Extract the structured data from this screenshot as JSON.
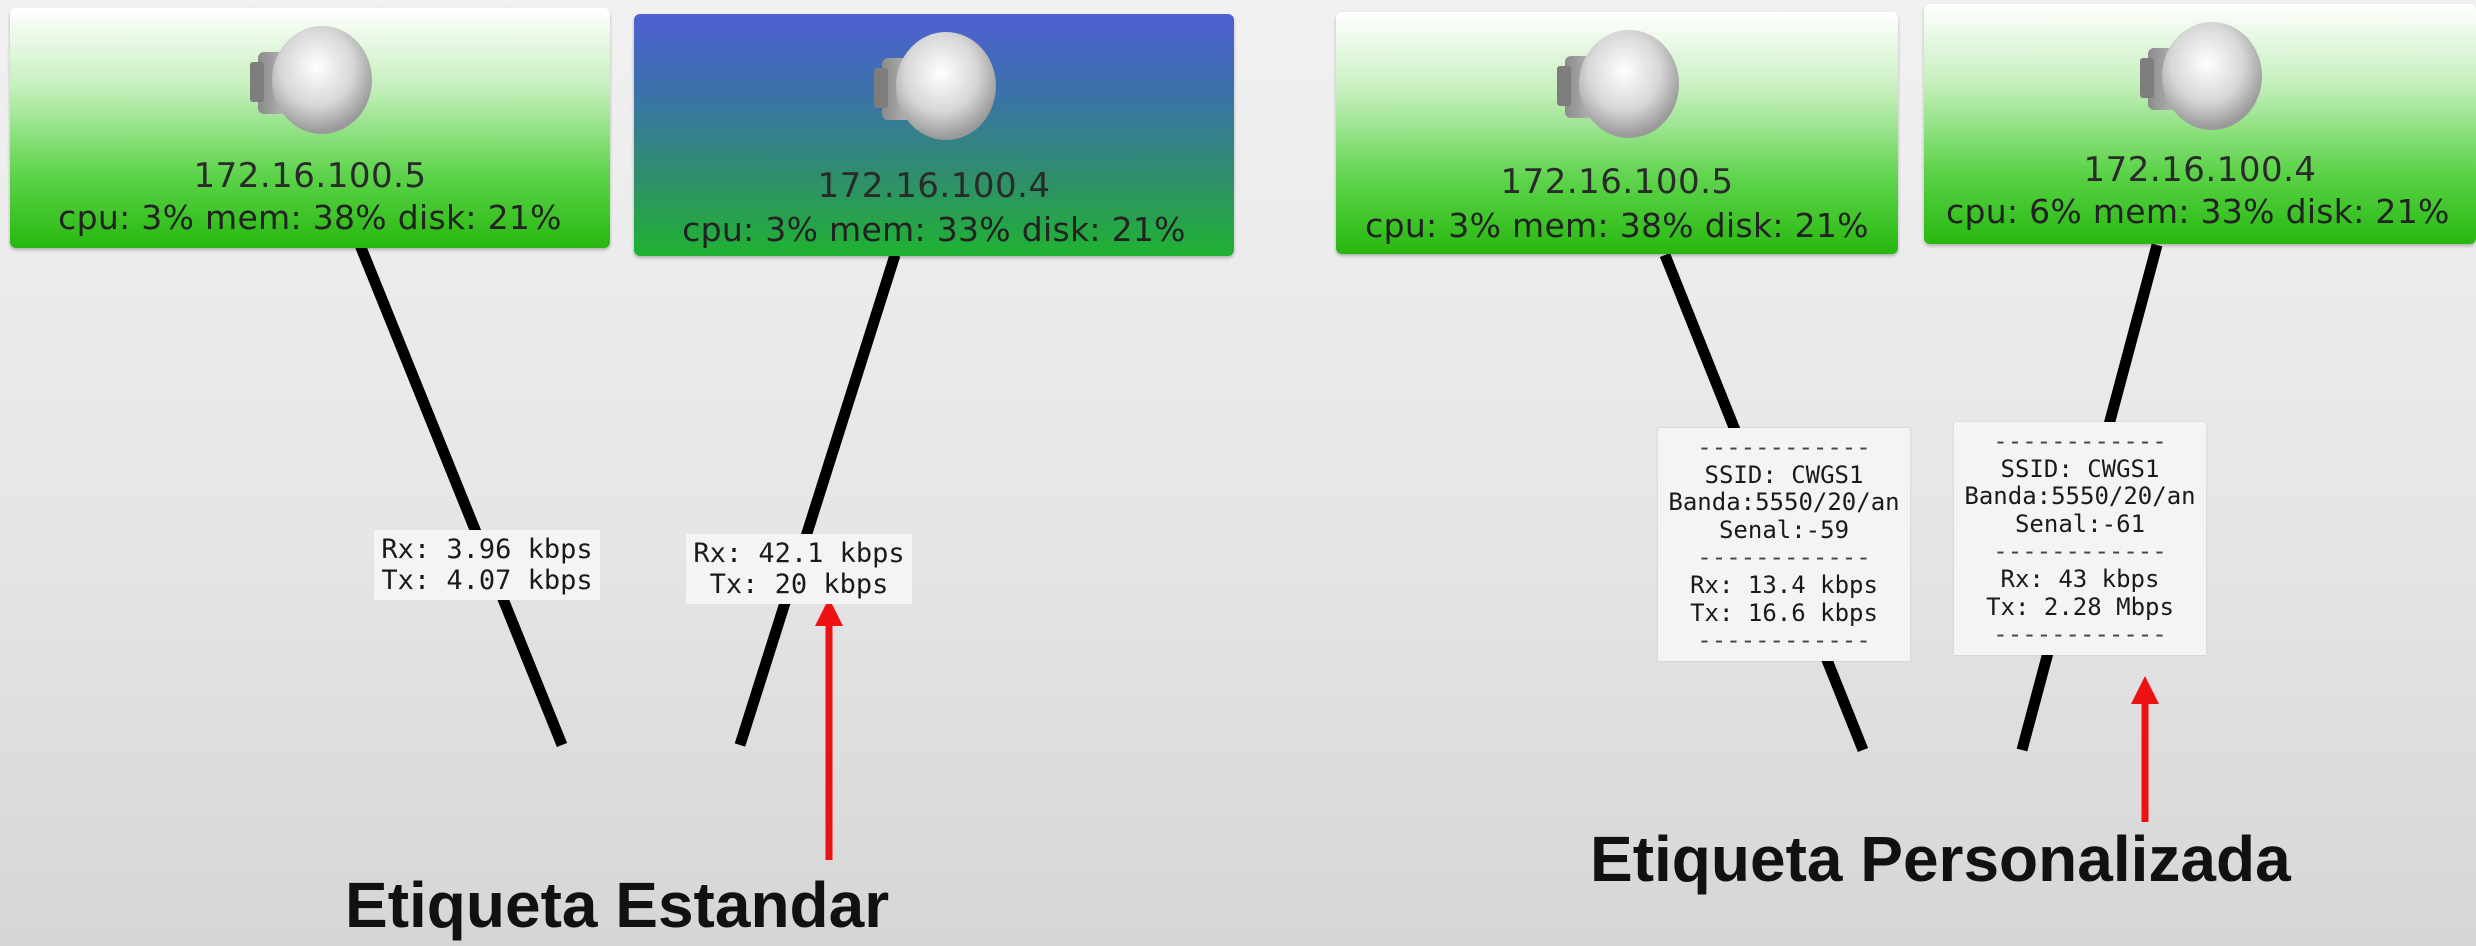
{
  "colors": {
    "link": "#000000",
    "arrow": "#ee1111",
    "node_green": "#27b80f"
  },
  "standard_view": {
    "node_a": {
      "ip": "172.16.100.5",
      "stats": "cpu: 3% mem: 38% disk: 21%",
      "icon": "radio-antenna-icon",
      "selected": false
    },
    "node_b": {
      "ip": "172.16.100.4",
      "stats": "cpu: 3% mem: 33% disk: 21%",
      "icon": "radio-antenna-icon",
      "selected": true
    },
    "label_a": {
      "rx": "Rx: 3.96 kbps",
      "tx": "Tx: 4.07 kbps"
    },
    "label_b": {
      "rx": "Rx: 42.1 kbps",
      "tx": "Tx: 20 kbps"
    },
    "caption": "Etiqueta Estandar"
  },
  "custom_view": {
    "node_a": {
      "ip": "172.16.100.5",
      "stats": "cpu: 3% mem: 38% disk: 21%",
      "icon": "radio-antenna-icon",
      "selected": false
    },
    "node_b": {
      "ip": "172.16.100.4",
      "stats": "cpu: 6% mem: 33% disk: 21%",
      "icon": "radio-antenna-icon",
      "selected": false
    },
    "label_a": {
      "sep": "------------",
      "ssid": "SSID: CWGS1",
      "banda": "Banda:5550/20/an",
      "senal": "Senal:-59",
      "rx": "Rx: 13.4 kbps",
      "tx": "Tx: 16.6 kbps"
    },
    "label_b": {
      "sep": "------------",
      "ssid": "SSID: CWGS1",
      "banda": "Banda:5550/20/an",
      "senal": "Senal:-61",
      "rx": "Rx: 43 kbps",
      "tx": "Tx: 2.28 Mbps"
    },
    "caption": "Etiqueta Personalizada"
  }
}
